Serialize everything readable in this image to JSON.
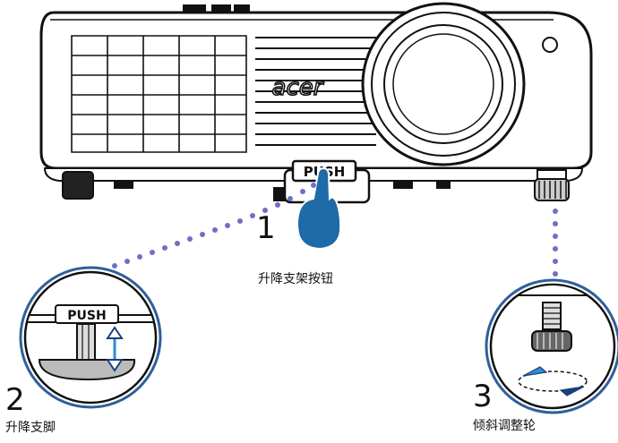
{
  "diagram": {
    "brand_logo": "acer",
    "button_label": "PUSH",
    "callouts": [
      {
        "number": "1",
        "caption": "升降支架按钮"
      },
      {
        "number": "2",
        "caption": "升降支脚"
      },
      {
        "number": "3",
        "caption": "倾斜调整轮"
      }
    ],
    "colors": {
      "line": "#111111",
      "finger": "#1f6aa8",
      "lens_ring": "#2f5f9a",
      "dots": "#6f6fc4",
      "arrow_accent": "#2e8bd0"
    },
    "icons": [
      "pointing-finger-icon",
      "up-down-arrow-icon",
      "rotate-arrows-icon"
    ]
  }
}
